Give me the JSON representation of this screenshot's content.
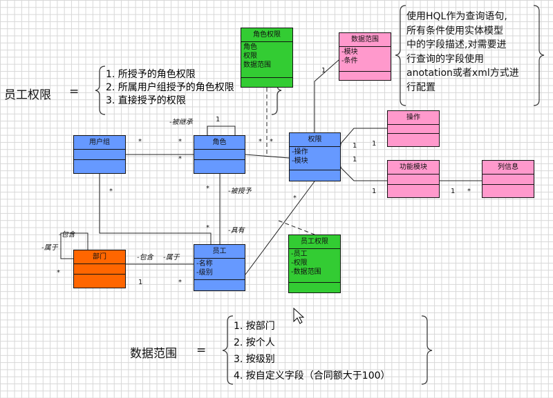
{
  "employee_permission": {
    "title": "员工权限",
    "eq": "=",
    "items": [
      "1. 所授予的角色权限",
      "2. 所属用户组授予的角色权限",
      "3. 直接授予的权限"
    ]
  },
  "data_scope": {
    "title": "数据范围",
    "eq": "=",
    "items": [
      "1. 按部门",
      "2. 按个人",
      "3. 按级别",
      "4. 按自定义字段（合同额大于100）"
    ]
  },
  "note": {
    "lines": [
      "使用HQL作为查询语句,",
      "所有条件使用实体模型",
      "中的字段描述,对需要进",
      "行查询的字段使用",
      "anotation或者xml方式进",
      "行配置"
    ]
  },
  "classes": {
    "role_permission": {
      "name": "角色权限",
      "attrs": [
        "角色",
        "权限",
        "数据范围"
      ]
    },
    "data_scope_cls": {
      "name": "数据范围",
      "attrs": [
        "-模块",
        "-条件"
      ]
    },
    "operation": {
      "name": "操作",
      "attrs": []
    },
    "user_group": {
      "name": "用户组",
      "attrs": []
    },
    "role": {
      "name": "角色",
      "attrs": []
    },
    "permission": {
      "name": "权限",
      "attrs": [
        "-操作",
        "-模块"
      ]
    },
    "function_module": {
      "name": "功能模块",
      "attrs": []
    },
    "column_info": {
      "name": "列信息",
      "attrs": []
    },
    "department": {
      "name": "部门",
      "attrs": []
    },
    "employee": {
      "name": "员工",
      "attrs": [
        "-名称",
        "-级别"
      ]
    },
    "employee_permission_cls": {
      "name": "员工权限",
      "attrs": [
        "-员工",
        "-权限",
        "-数据范围"
      ]
    }
  },
  "labels": {
    "inherited": "-被继承",
    "granted": "-被授予",
    "has": "-具有",
    "contains_top": "-包含",
    "belongs_left": "-属于",
    "contains_mid": "-包含",
    "belongs_mid": "-属于"
  },
  "multiplicities": {
    "ug_role_star": "*",
    "role_ug_star": "*",
    "inherit_1": "1",
    "inherit_star": "*",
    "role_perm_star": "*",
    "perm_role_star": "*",
    "ug_emp_star": "*",
    "role_emp_star": "*",
    "emp_role_star": "*",
    "perm_emp_star": "*",
    "dept_star": "*",
    "dept_emp_1": "1",
    "emp_dept_star": "*",
    "ds_1": "1",
    "op_1": "1",
    "op_1b": "1",
    "fm_1": "1",
    "fm_1b": "1",
    "fm_col_1": "1",
    "col_star": "*"
  }
}
